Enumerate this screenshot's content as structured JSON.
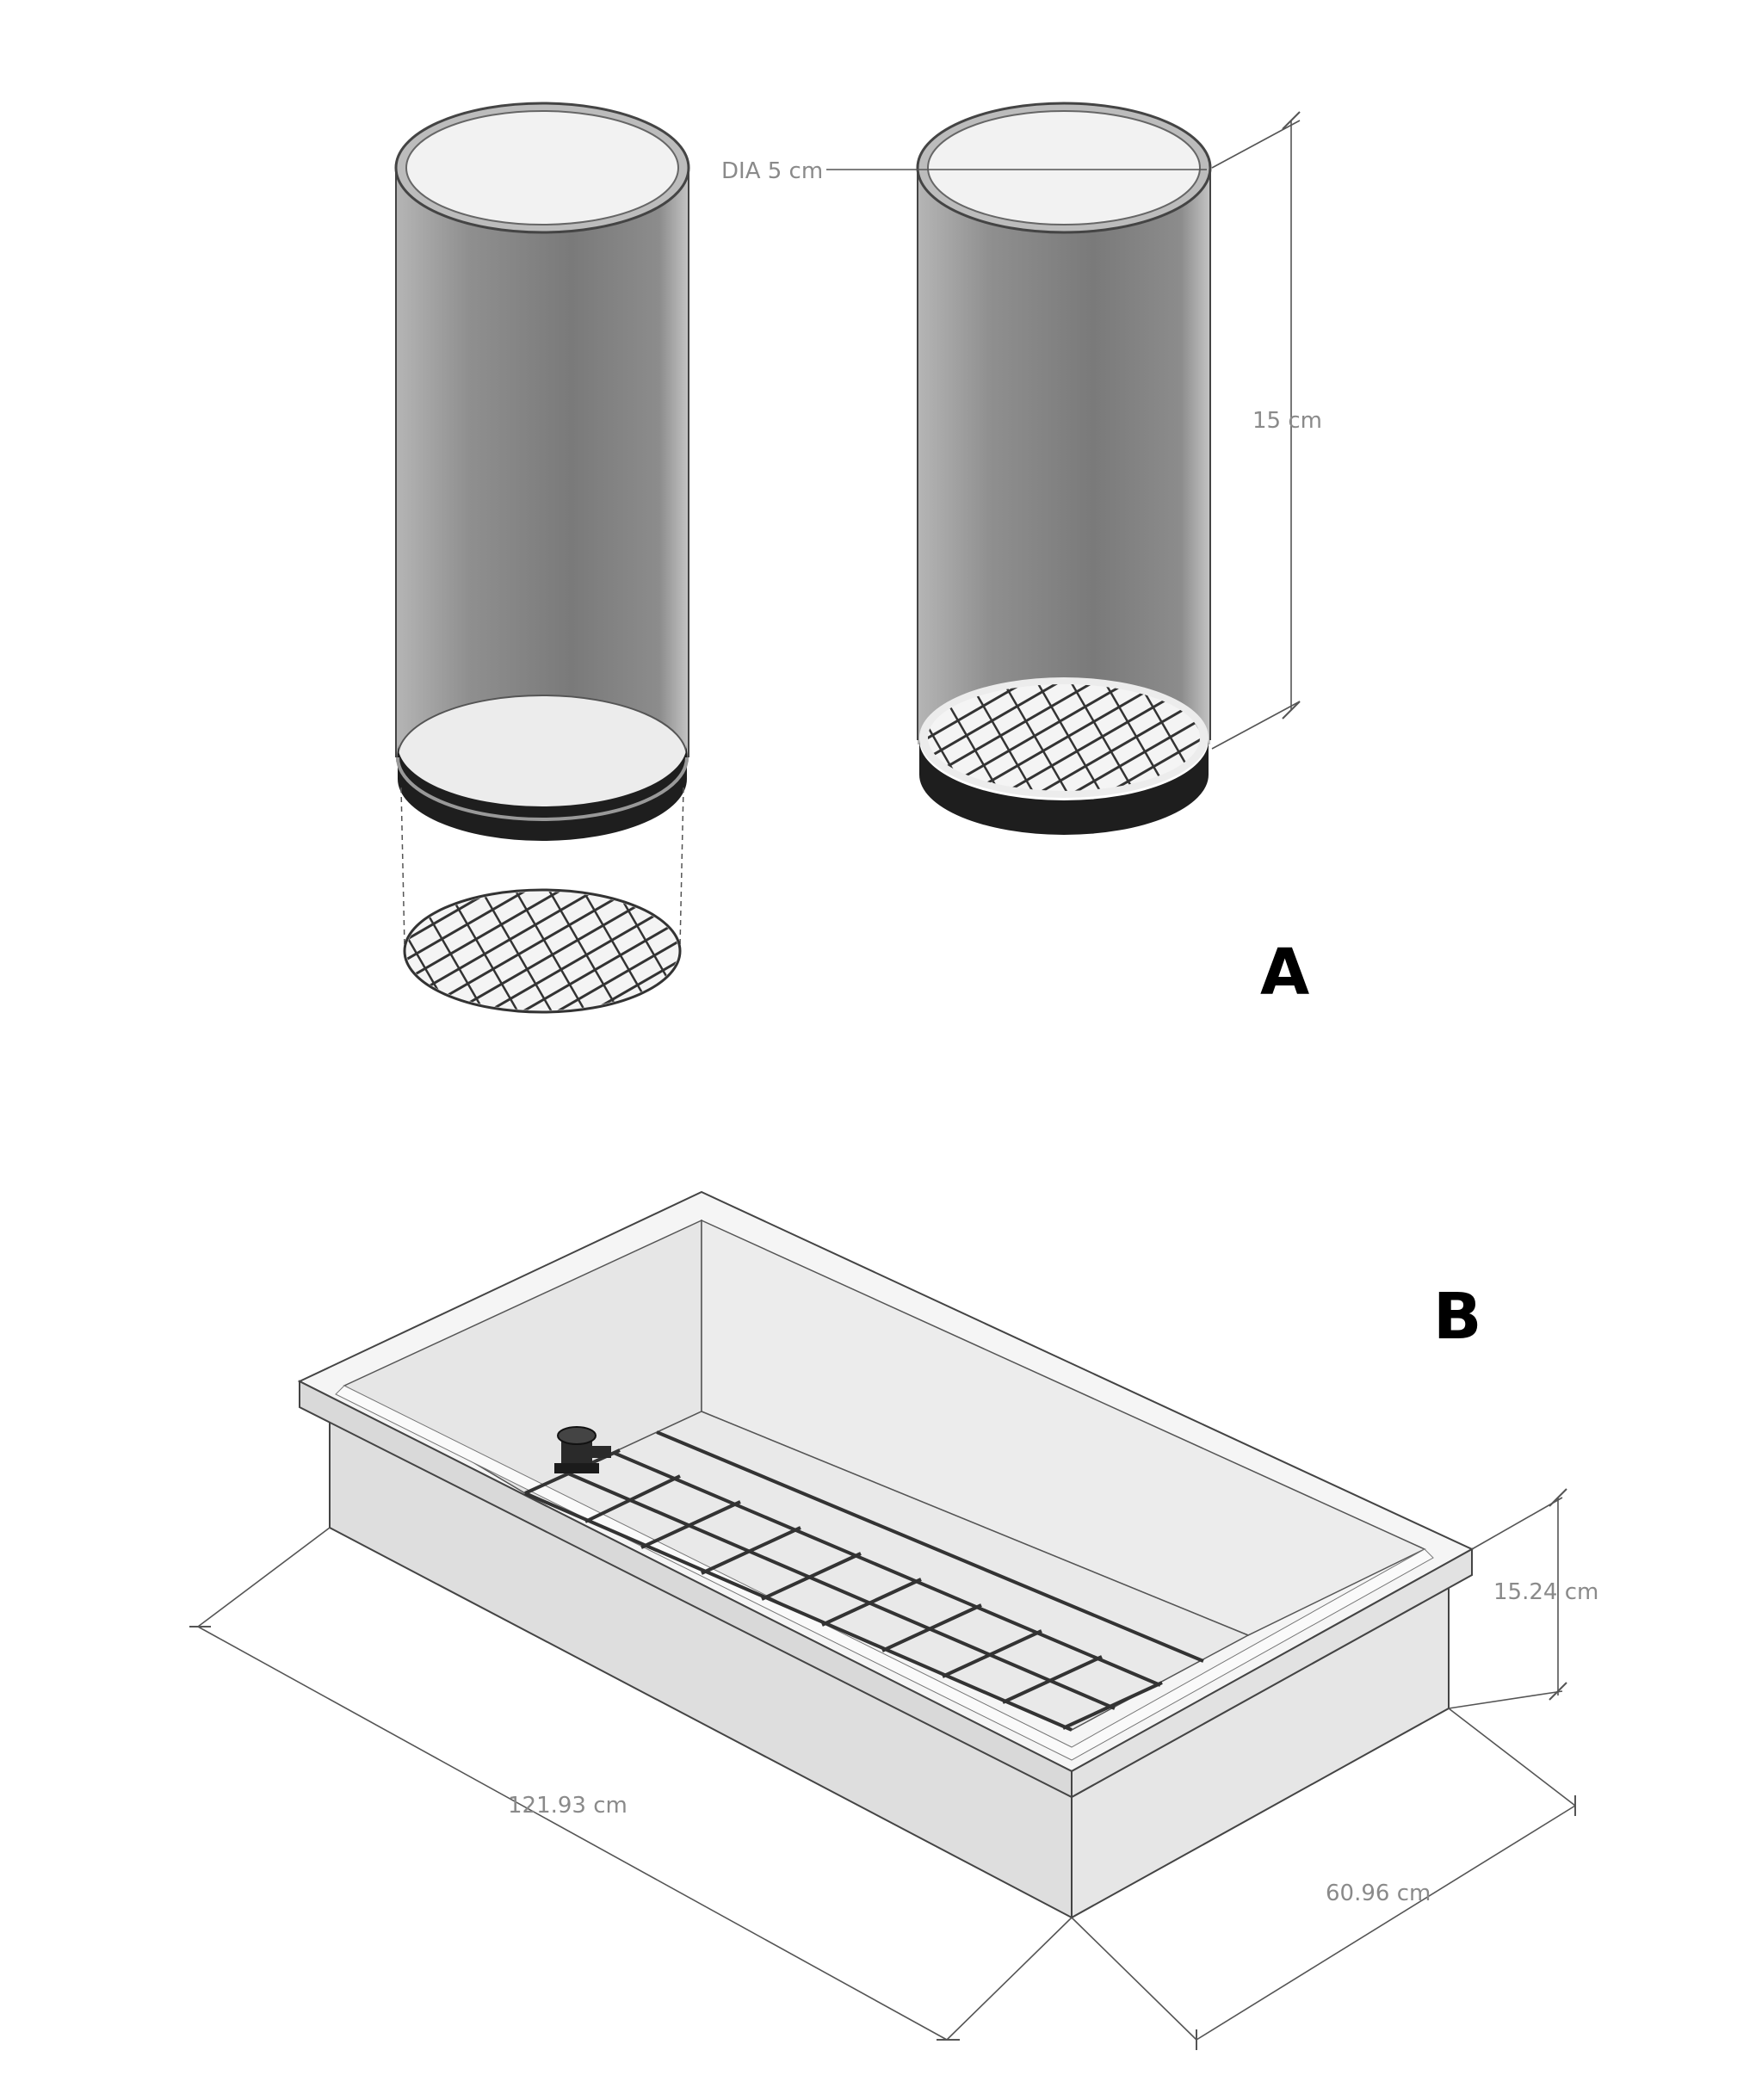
{
  "panels": [
    {
      "label": "A",
      "dimensions": {
        "diameter": "DIA 5 cm",
        "height": "15 cm"
      }
    },
    {
      "label": "B",
      "dimensions": {
        "height": "15.24 cm",
        "length": "121.93 cm",
        "width": "60.96 cm"
      }
    }
  ],
  "colors": {
    "tube_body": "#8c8c8c",
    "tube_inner": "#f2f2f2",
    "ring": "#222222",
    "tray_side": "#dcdcdc",
    "tray_inner": "#e8e8e8",
    "mesh": "#333333",
    "dimension_text": "#8a8a8a"
  }
}
